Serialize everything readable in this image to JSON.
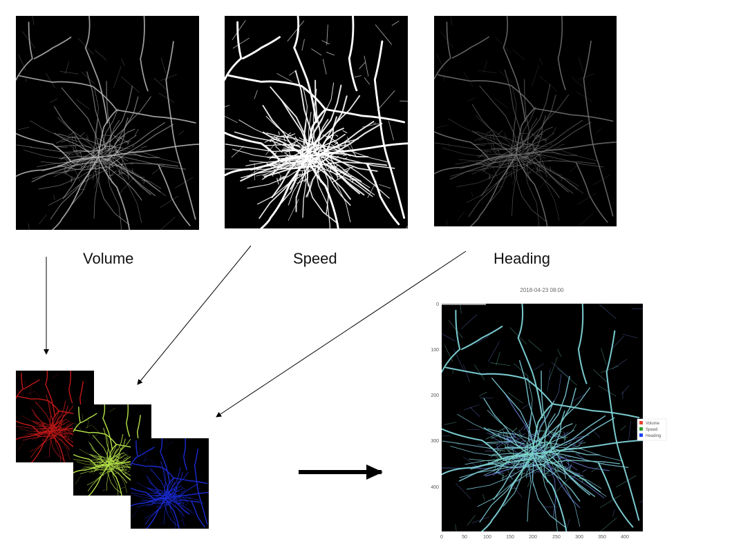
{
  "labels": {
    "volume": "Volume",
    "speed": "Speed",
    "heading": "Heading"
  },
  "result_plot": {
    "title": "2018-04-23 08:00",
    "y_ticks": [
      "0",
      "100",
      "200",
      "300",
      "400"
    ],
    "x_ticks": [
      "0",
      "50",
      "100",
      "150",
      "200",
      "250",
      "300",
      "350",
      "400"
    ],
    "legend": [
      {
        "name": "Volume",
        "color": "#e8452f"
      },
      {
        "name": "Speed",
        "color": "#2ca02c"
      },
      {
        "name": "Heading",
        "color": "#1f3fff"
      }
    ]
  },
  "colors": {
    "volume_stroke": "#b9b9b9",
    "speed_stroke": "#ffffff",
    "heading_stroke": "#7a7a7a",
    "layer_red": "#c01818",
    "layer_green": "#b4e048",
    "layer_blue": "#1a2ad0",
    "composite_teal": "#7ad8c8",
    "composite_blue": "#7f97ff"
  }
}
